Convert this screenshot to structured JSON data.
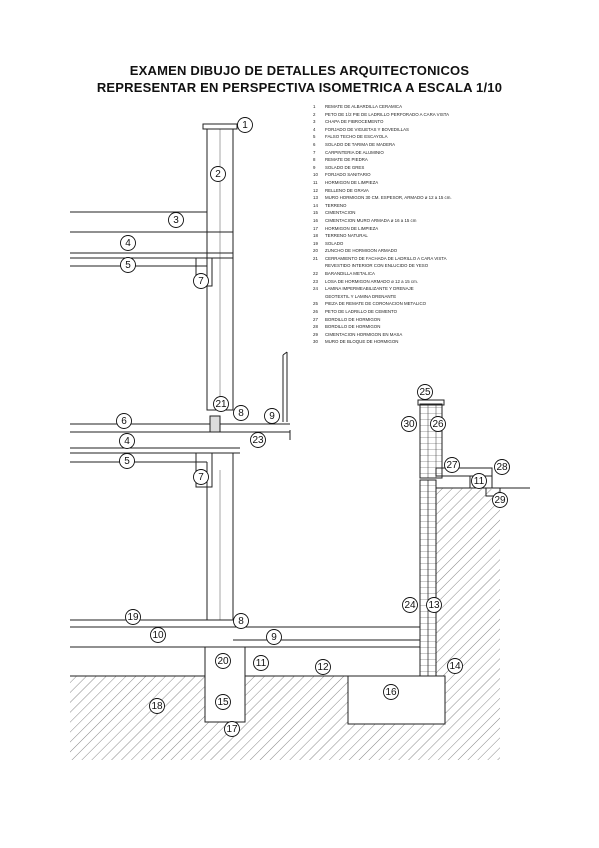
{
  "title_line1": "EXAMEN DIBUJO DE DETALLES ARQUITECTONICOS",
  "title_line2": "REPRESENTAR  EN PERSPECTIVA ISOMETRICA A ESCALA 1/10",
  "legend": [
    {
      "n": "1",
      "text": "REMATE DE ALBARDILLA CERAMICA"
    },
    {
      "n": "2",
      "text": "PETO DE 1/2 PIE DE LADRILLO PERFORADO A CARA VISTA"
    },
    {
      "n": "3",
      "text": "CHAPA DE FIBROCEMENTO"
    },
    {
      "n": "4",
      "text": "FORJADO DE VIGUETAS Y BOVEDILLAS"
    },
    {
      "n": "5",
      "text": "FALSO TECHO DE ESCAYOLA"
    },
    {
      "n": "6",
      "text": "SOLADO DE TARIMA DE MADERA"
    },
    {
      "n": "7",
      "text": "CARPINTERIA DE ALUMINIO"
    },
    {
      "n": "8",
      "text": "REMATE DE PIEDRA"
    },
    {
      "n": "9",
      "text": "SOLADO DE GRES"
    },
    {
      "n": "10",
      "text": "FORJADO SANITARIO"
    },
    {
      "n": "11",
      "text": "HORMIGON DE LIMPIEZA"
    },
    {
      "n": "12",
      "text": "RELLENO DE GRAVA"
    },
    {
      "n": "13",
      "text": "MURO HORMIGON 30 CM. ESPESOR, ARMADO ø 12 a 15 cm."
    },
    {
      "n": "14",
      "text": "TERRENO"
    },
    {
      "n": "15",
      "text": "CIMENTACION"
    },
    {
      "n": "16",
      "text": "CIMENTACION MURO ARMADA ø 16 a 15 cm"
    },
    {
      "n": "17",
      "text": "HORMIGON DE LIMPIEZA"
    },
    {
      "n": "18",
      "text": "TERRENO NATURAL"
    },
    {
      "n": "19",
      "text": "SOLADO"
    },
    {
      "n": "20",
      "text": "ZUNCHO DE HORMIGON ARMADO"
    },
    {
      "n": "21",
      "text": "CERRAMIENTO DE FACHADA DE LADRILLO A CARA VISTA"
    },
    {
      "n": "",
      "text": "REVESTIDO INTERIOR CON ENLUCIDO DE YESO"
    },
    {
      "n": "22",
      "text": "BARANDILLA METALICA"
    },
    {
      "n": "23",
      "text": "LOSA DE HORMIGON ARMADO ø 12 a 15 cm."
    },
    {
      "n": "24",
      "text": "LAMINA IMPERMEABILIZANTE Y DRENAJE"
    },
    {
      "n": "",
      "text": "GEOTEXTIL Y LAMINA DRENANTE"
    },
    {
      "n": "25",
      "text": "PIEZA DE REMATE DE CORONACION METALICO"
    },
    {
      "n": "26",
      "text": "PETO DE LADRILLO DE CEMENTO"
    },
    {
      "n": "27",
      "text": "BORDILLO DE HORMIGON"
    },
    {
      "n": "28",
      "text": "BORDILLO DE HORMIGON"
    },
    {
      "n": "29",
      "text": "CIMENTACION HORMIGON EN MASA"
    },
    {
      "n": "30",
      "text": "MURO DE BLOQUE DE HORMIGON"
    }
  ],
  "callouts": [
    "1",
    "2",
    "3",
    "4",
    "5",
    "7",
    "6",
    "4",
    "5",
    "7",
    "21",
    "8",
    "9",
    "23",
    "19",
    "10",
    "8",
    "9",
    "20",
    "11",
    "12",
    "15",
    "17",
    "18",
    "16",
    "14",
    "25",
    "30",
    "26",
    "27",
    "28",
    "11",
    "29",
    "24",
    "13"
  ]
}
